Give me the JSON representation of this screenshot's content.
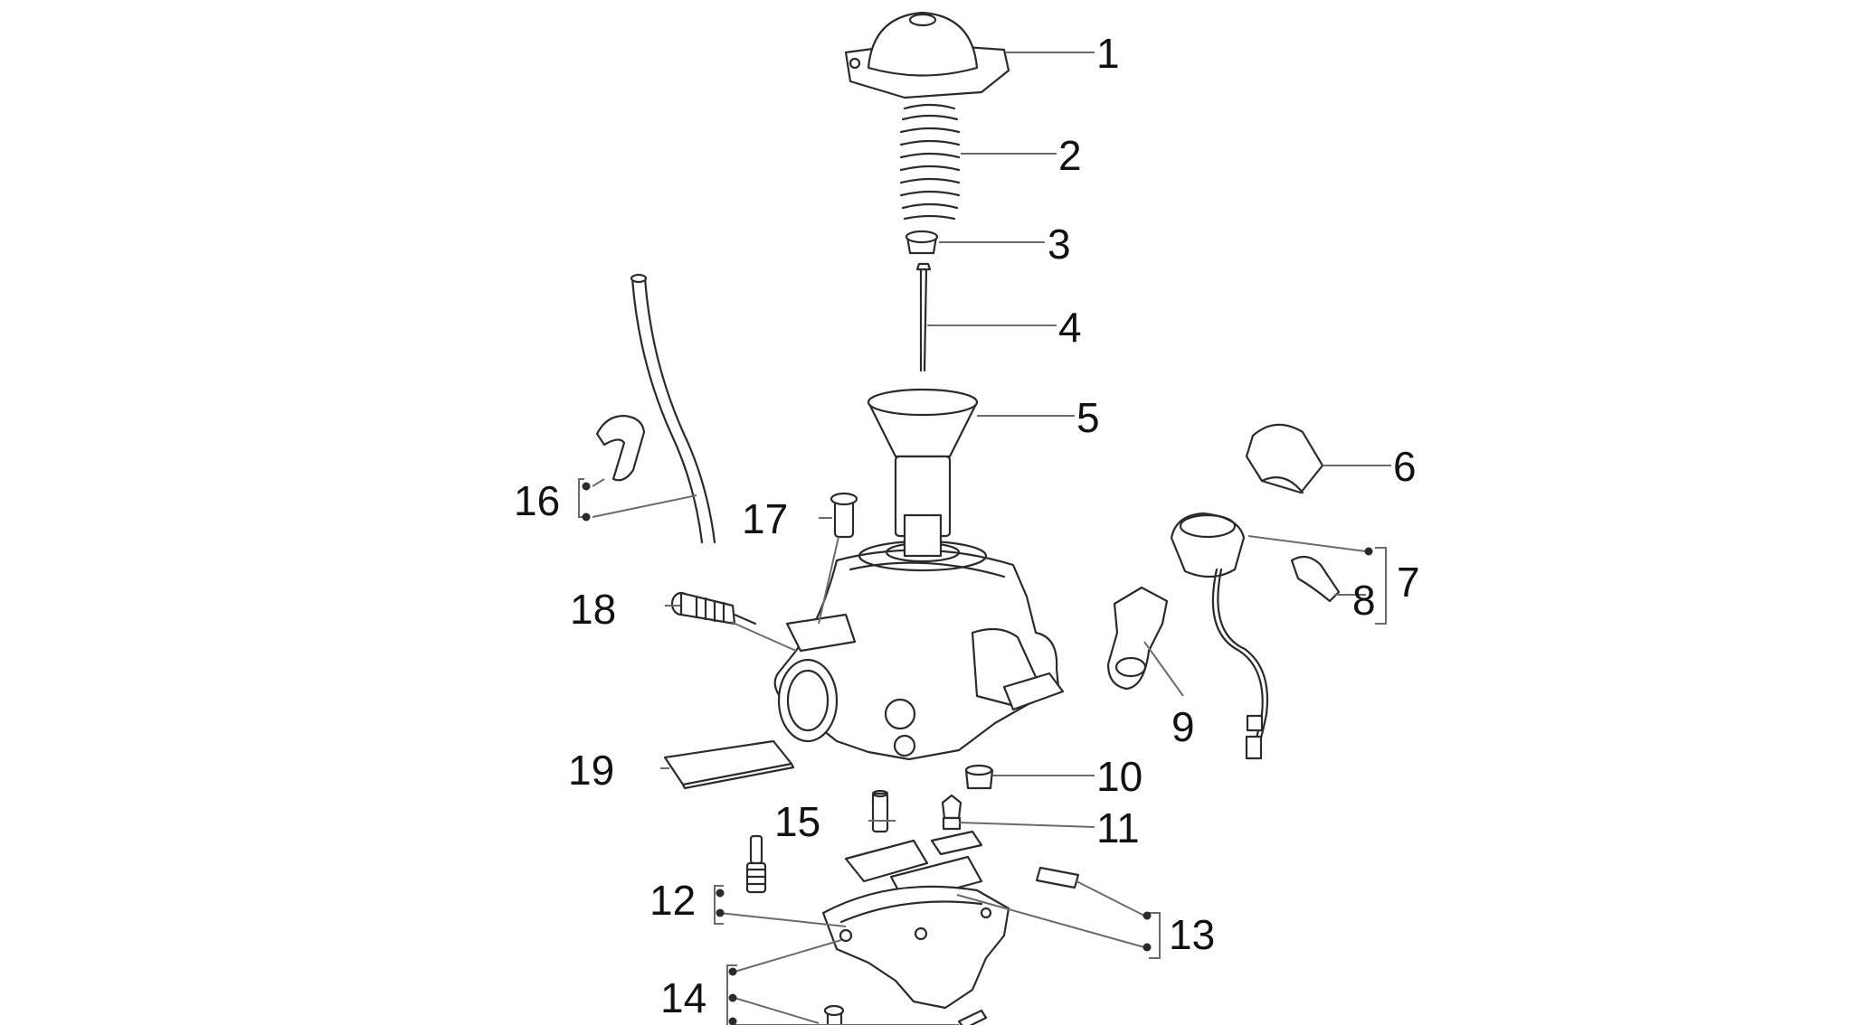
{
  "callouts": {
    "c1": "1",
    "c2": "2",
    "c3": "3",
    "c4": "4",
    "c5": "5",
    "c6": "6",
    "c7": "7",
    "c8": "8",
    "c9": "9",
    "c10": "10",
    "c11": "11",
    "c12": "12",
    "c13": "13",
    "c14": "14",
    "c15": "15",
    "c16": "16",
    "c17": "17",
    "c18": "18",
    "c19": "19"
  },
  "colors": {
    "line": "#2b2b2b",
    "leader": "#6b6b6b",
    "background": "#ffffff"
  }
}
